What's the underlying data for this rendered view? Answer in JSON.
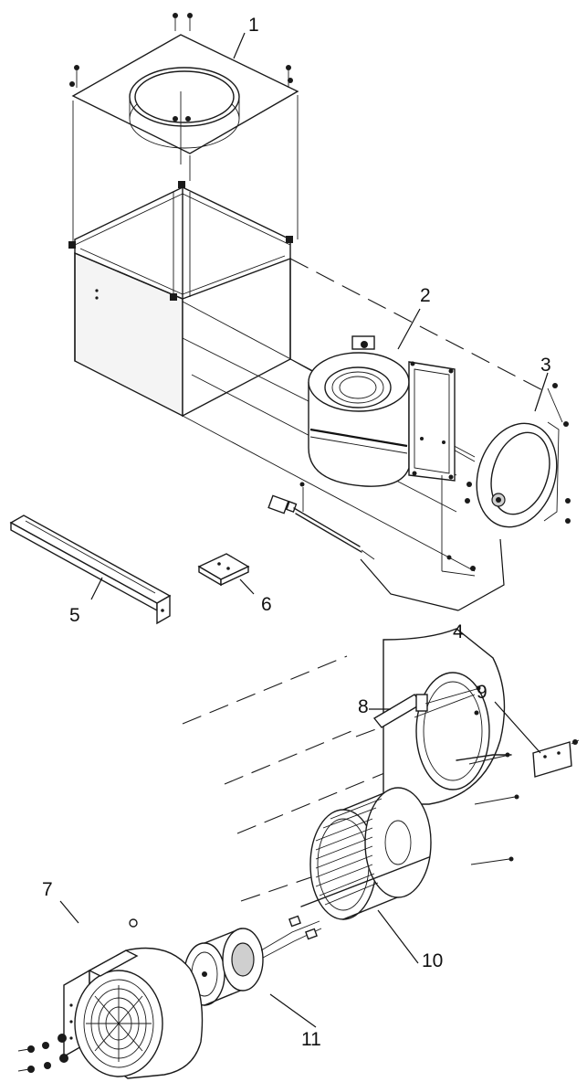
{
  "callouts": {
    "c1": "1",
    "c2": "2",
    "c3": "3",
    "c4": "4",
    "c5": "5",
    "c6": "6",
    "c7": "7",
    "c8": "8",
    "c9": "9",
    "c10": "10",
    "c11": "11"
  },
  "colors": {
    "line": "#1a1a1a",
    "background": "#ffffff",
    "panel": "#f4f4f4"
  }
}
